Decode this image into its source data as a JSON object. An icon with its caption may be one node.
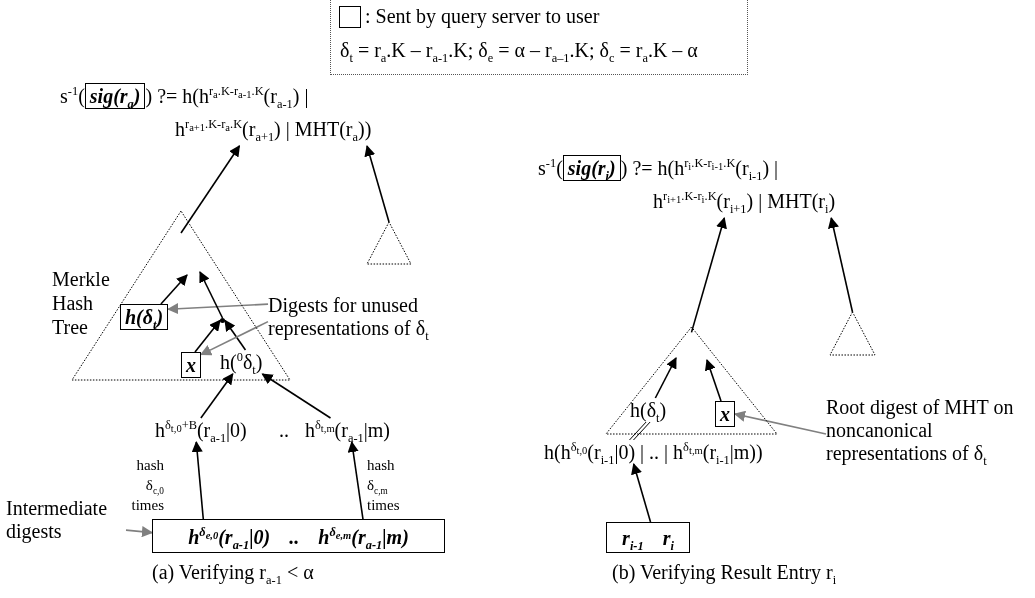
{
  "diagram": {
    "nodes": [
      {
        "text": [
          "s$^{-1}$(",
          ") ?= h(h$^{r}$$_{a}$$^{.K-r}$$_{a-1}$$^{.K}$(r$_{a-1}$) | h$^{r}$$_{a+1}$$^{.K-r}$$_{a}$$^{.K}$(r$_{a+1}$) | MHT(r$_{a}$))"
        ]
      },
      {
        "text": [
          "sig(r$_{a}$)"
        ],
        "in": 0
      },
      {
        "text": [],
        "shape": "triangle",
        "beside": [
          "Merkle Hash Tree"
        ]
      },
      {
        "text": [],
        "shape": "triangle"
      },
      {
        "text": [
          "h(δ$_{t}$)"
        ],
        "in": 2
      },
      {
        "text": [
          "x"
        ],
        "in": 2
      },
      {
        "text": [
          "h($^{0}$δ$_{t}$)"
        ],
        "in": 2
      },
      {
        "text": [
          "Digests for unused representations of δ$_{t}$"
        ]
      },
      {
        "text": [
          "h$^{δ}$$_{t,0}$$^{+B}$(r$_{a-1}$|0)"
        ]
      },
      {
        "text": [
          "h$^{δ}$$_{t,m}$(r$_{a-1}$|m)"
        ]
      },
      {
        "text": [
          "h$^{δ}$$_{e,0}$(r$_{a-1}$|0) .. h$^{δ}$$_{e,m}$(r$_{a-1}$|m)"
        ]
      },
      {
        "text": [
          "Intermediate digests"
        ]
      },
      {
        "text": [
          "s$^{-1}$(",
          ") ?= h(h$^{r}$$_{i}$$^{.K-r}$$_{i-1}$$^{.K}$(r$_{i-1}$) | h$^{r}$$_{i+1}$$^{.K-r}$$_{i}$$^{.K}$(r$_{i+1}$) | MHT(r$_{i}$)"
        ]
      },
      {
        "text": [
          "sig(r$_{i}$)"
        ],
        "in": 12
      },
      {
        "text": [],
        "shape": "triangle"
      },
      {
        "text": [],
        "shape": "triangle"
      },
      {
        "text": [
          "h(δ$_{t}$)"
        ],
        "in": 14
      },
      {
        "text": [
          "x"
        ],
        "in": 14
      },
      {
        "text": [
          "h(h$^{δ}$$_{t,0}$(r$_{i-1}$|0) | .. | h$^{δ}$$_{t,m}$(r$_{i-1}$|m))"
        ]
      },
      {
        "text": [
          "r$_{i-1}$ r$_{i}$"
        ]
      },
      {
        "text": [
          "Root digest of MHT on noncanonical representations of δ$_{t}$"
        ]
      },
      {
        "text": [],
        "shape": "point",
        "in": 2
      }
    ],
    "edges": [
      {
        "from": 2,
        "to": 0,
        "arrow": "to"
      },
      {
        "from": 3,
        "to": 0,
        "arrow": "to"
      },
      {
        "from": 5,
        "to": 21,
        "arrow": "to"
      },
      {
        "from": 6,
        "to": 21,
        "arrow": "to"
      },
      {
        "from": 7,
        "to": 4,
        "arrow": "to",
        "color": "#808080"
      },
      {
        "from": 7,
        "to": 5,
        "arrow": "to",
        "color": "#808080"
      },
      {
        "from": 8,
        "to": 6,
        "arrow": "to"
      },
      {
        "from": 9,
        "to": 6,
        "arrow": "to"
      },
      {
        "from": 10,
        "to": 8,
        "arrow": "to",
        "label": "hash δ$_{c,0}$ times"
      },
      {
        "from": 10,
        "to": 9,
        "arrow": "to",
        "label": "hash δ$_{c,m}$ times"
      },
      {
        "from": 11,
        "to": 10,
        "arrow": "to",
        "color": "#808080"
      },
      {
        "from": 14,
        "to": 12,
        "arrow": "to"
      },
      {
        "from": 15,
        "to": 12,
        "arrow": "to"
      },
      {
        "from": 16,
        "to": null,
        "arrow": "to"
      },
      {
        "from": 17,
        "to": null,
        "arrow": "to"
      },
      {
        "from": 19,
        "to": 18,
        "arrow": "to"
      },
      {
        "from": 20,
        "to": 17,
        "arrow": "to",
        "color": "#808080"
      },
      {
        "from": 4,
        "to": null,
        "arrow": "to"
      },
      {
        "from": 16,
        "to": 18,
        "arrow": "none"
      },
      {
        "from": 21,
        "to": null,
        "arrow": "to"
      }
    ],
    "labels": [
      "δ$_{t}$ = r$_{a}$.K – r$_{a-1}$.K; δ$_{e}$ = α – r$_{a–1}$.K; δ$_{c}$ = r$_{a}$.K – α",
      "..",
      "(a) Verifying r$_{a-1}$ < α",
      "(b) Verifying Result Entry r$_{i}$"
    ],
    "legend": [
      {
        "text": ": Sent by query server to user"
      }
    ]
  }
}
